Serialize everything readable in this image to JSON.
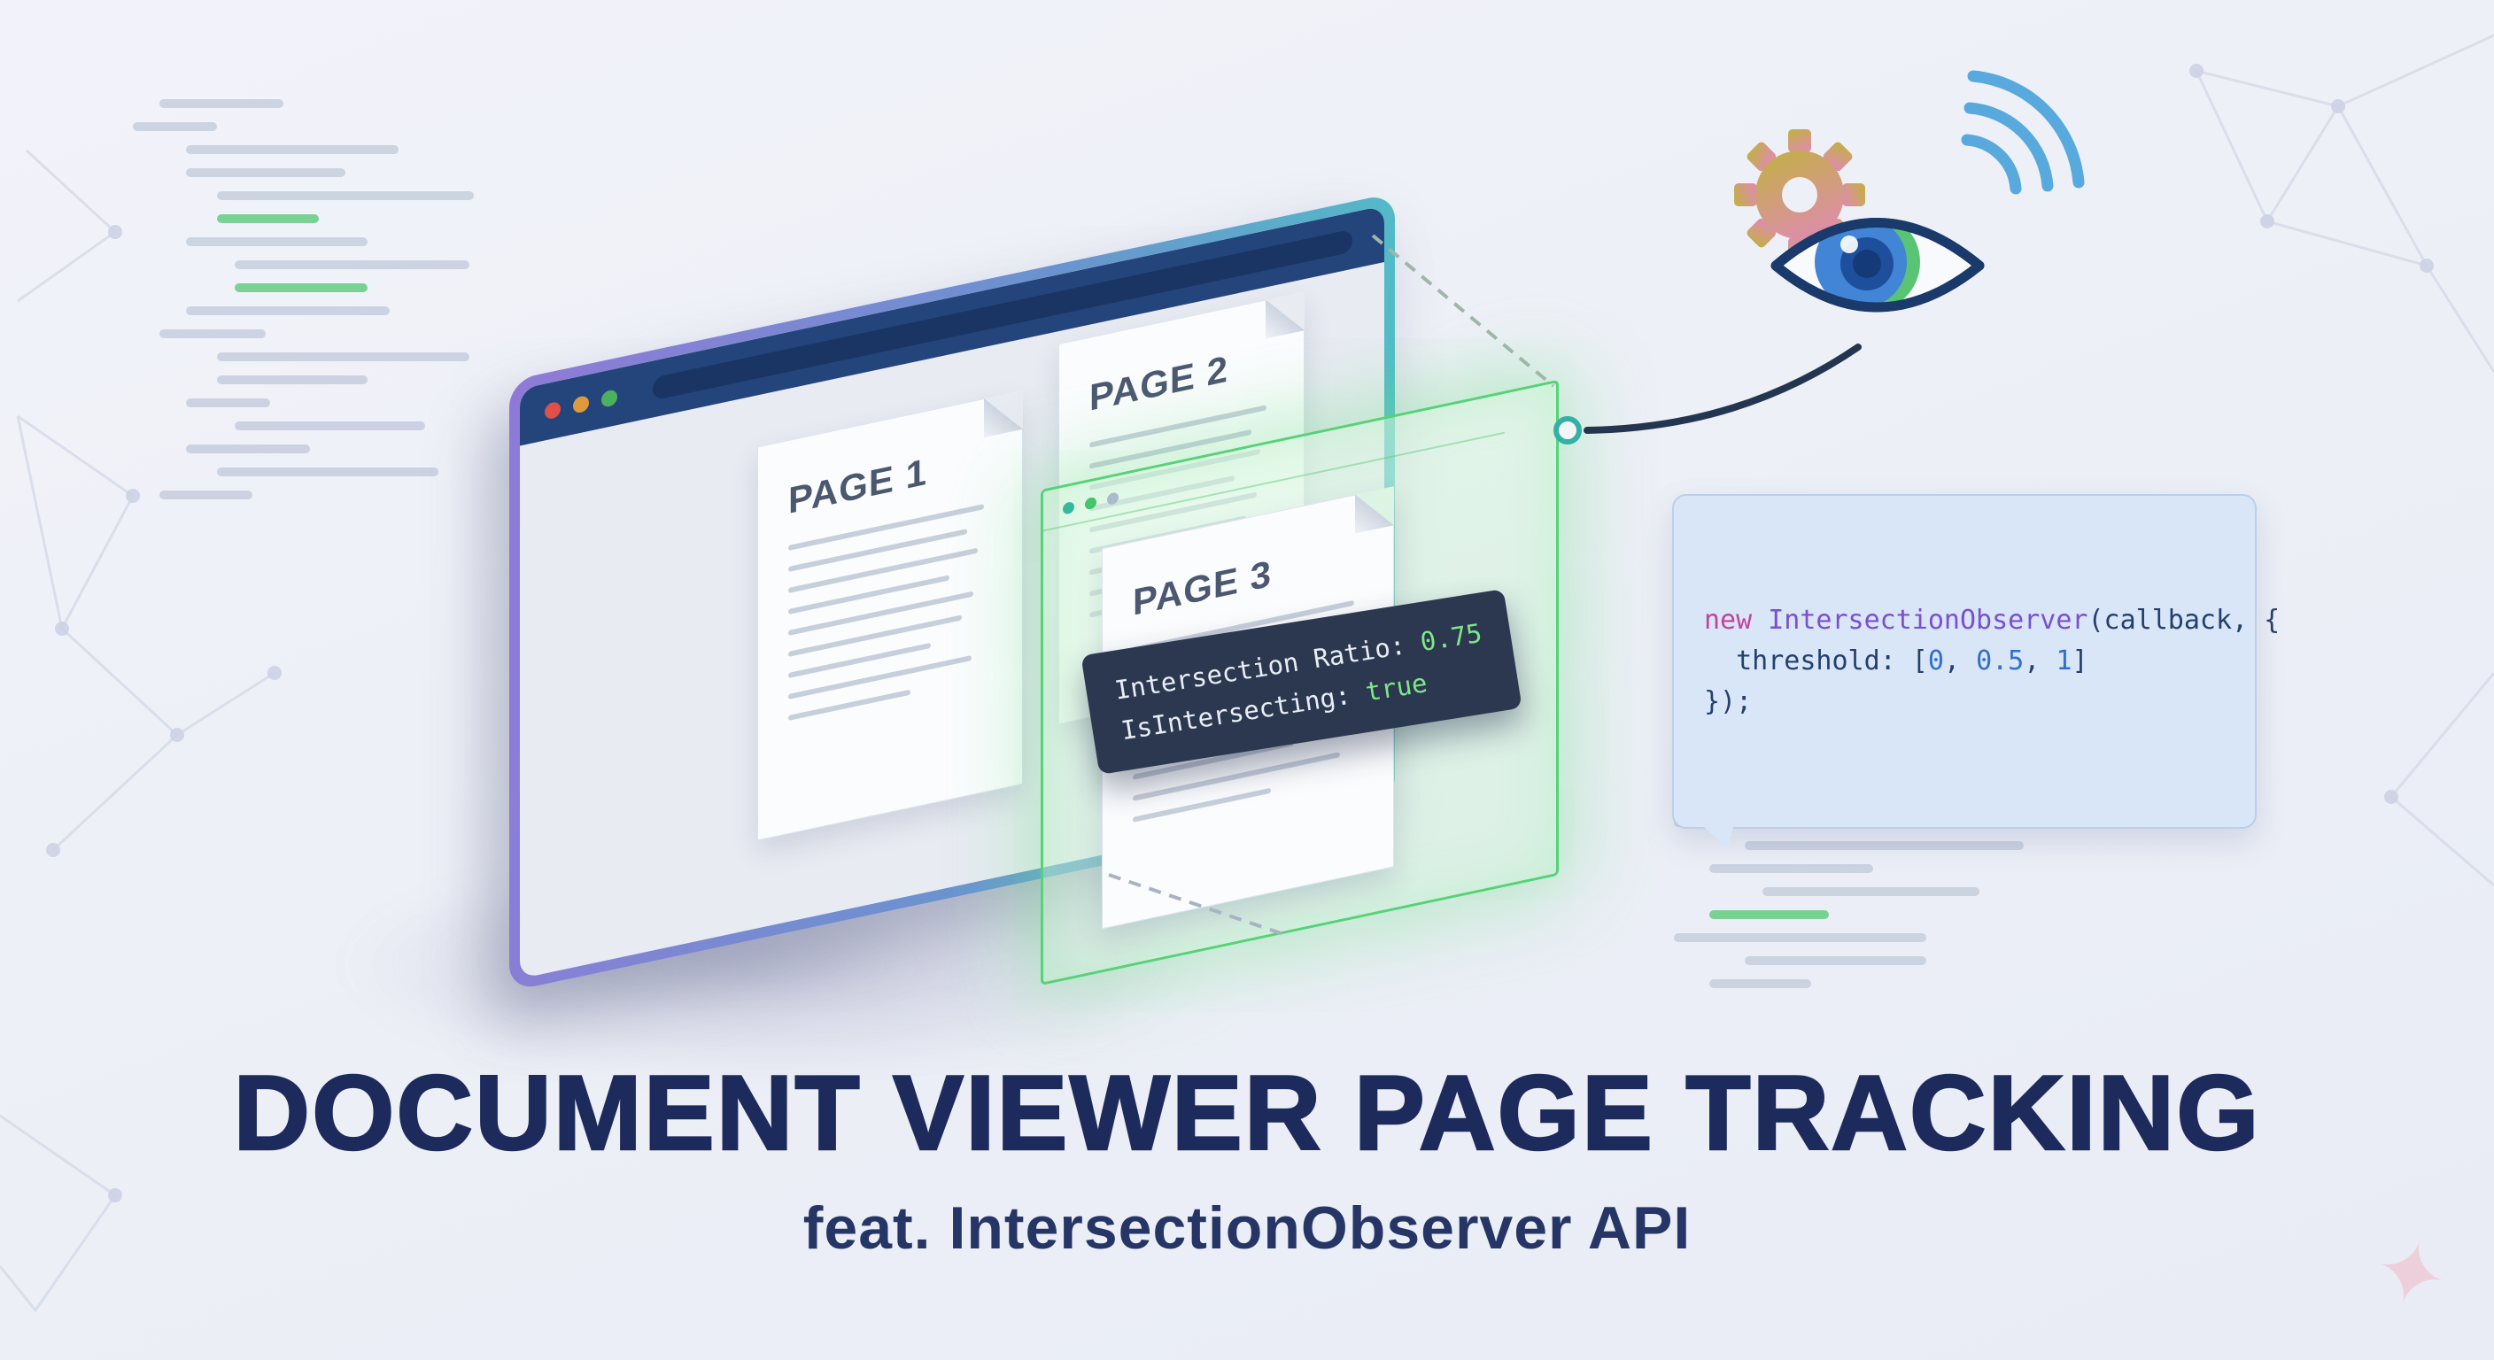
{
  "title": {
    "main": "DOCUMENT VIEWER PAGE TRACKING",
    "subtitle": "feat. IntersectionObserver API"
  },
  "browser_window": {
    "pages": [
      {
        "label": "PAGE 1"
      },
      {
        "label": "PAGE 2"
      },
      {
        "label": "PAGE 3"
      }
    ]
  },
  "tooltip_badge": {
    "ratio_label": "Intersection Ratio:",
    "ratio_value": "0.75",
    "intersecting_label": "IsIntersecting:",
    "intersecting_value": "true"
  },
  "code_snippet": {
    "lines": [
      {
        "tokens": [
          {
            "t": "new ",
            "c": "kw"
          },
          {
            "t": "IntersectionObserver",
            "c": "cls"
          },
          {
            "t": "(callback, {",
            "c": "pl"
          }
        ]
      },
      {
        "tokens": [
          {
            "t": "  threshold: [",
            "c": "pl"
          },
          {
            "t": "0",
            "c": "num"
          },
          {
            "t": ", ",
            "c": "pl"
          },
          {
            "t": "0.5",
            "c": "num"
          },
          {
            "t": ", ",
            "c": "pl"
          },
          {
            "t": "1",
            "c": "num"
          },
          {
            "t": "]",
            "c": "pl"
          }
        ]
      },
      {
        "tokens": [
          {
            "t": "});",
            "c": "pl"
          }
        ]
      }
    ]
  },
  "icons": {
    "eye": "observer-eye-icon",
    "gear": "gear-icon",
    "signal_waves": "signal-waves-icon",
    "sparkle_glyph": "✦"
  },
  "colors": {
    "accent_green": "#56d278",
    "accent_purple": "#8f7ad6",
    "accent_teal": "#4cc5c5",
    "navy_title": "#1d2a5c",
    "browser_header": "#24457c",
    "badge_bg": "#2c3850",
    "badge_value_green": "#7ee787",
    "code_box_bg": "#d9e6f7",
    "code_keyword": "#c2439b",
    "code_class": "#7a4fd0",
    "code_number": "#2f6fd0"
  }
}
